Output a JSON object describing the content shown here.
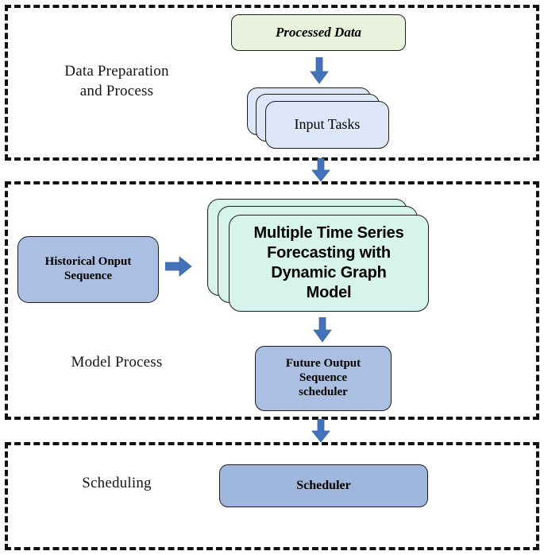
{
  "diagram": {
    "title": "Data Preparation, Model Process and Scheduling pipeline",
    "colors": {
      "processed_data_fill": "#e9f2dc",
      "input_tasks_fill": "#dde7f7",
      "model_fill": "#d6f3ec",
      "blue_node_fill": "#aabfe2",
      "scheduler_fill": "#9fb7dc",
      "arrow_blue": "#4472b8",
      "border_black": "#1d1d1d",
      "section_dash": "#111111"
    },
    "sections": [
      {
        "id": "data-preparation",
        "label": "Data Preparation\nand Process",
        "nodes": [
          {
            "id": "processed-data",
            "label": "Processed Data",
            "shape": "rounded-rect",
            "stacked": false
          },
          {
            "id": "input-tasks",
            "label": "Input Tasks",
            "shape": "stacked-rounded-rect",
            "stacked": true,
            "stack_count": 3
          }
        ]
      },
      {
        "id": "model-process",
        "label": "Model Process",
        "nodes": [
          {
            "id": "historical-onput-sequence",
            "label": "Historical Onput\nSequence",
            "shape": "rounded-rect",
            "stacked": false
          },
          {
            "id": "forecasting-model",
            "label": "Multiple Time Series\nForecasting with\nDynamic Graph\nModel",
            "shape": "stacked-rounded-rect",
            "stacked": true,
            "stack_count": 3
          },
          {
            "id": "future-output-sequence-scheduler",
            "label": "Future Output\nSequence\nscheduler",
            "shape": "rounded-rect",
            "stacked": false
          }
        ]
      },
      {
        "id": "scheduling",
        "label": "Scheduling",
        "nodes": [
          {
            "id": "scheduler",
            "label": "Scheduler",
            "shape": "rounded-rect",
            "stacked": false
          }
        ]
      }
    ],
    "arrows": [
      {
        "id": "processed-data-to-input-tasks",
        "direction": "down",
        "from": "processed-data",
        "to": "input-tasks"
      },
      {
        "id": "data-preparation-to-model-process",
        "direction": "down",
        "from": "data-preparation",
        "to": "model-process"
      },
      {
        "id": "historical-sequence-to-model",
        "direction": "right",
        "from": "historical-onput-sequence",
        "to": "forecasting-model"
      },
      {
        "id": "model-to-future-output",
        "direction": "down",
        "from": "forecasting-model",
        "to": "future-output-sequence-scheduler"
      },
      {
        "id": "model-process-to-scheduling",
        "direction": "down",
        "from": "model-process",
        "to": "scheduling"
      }
    ]
  }
}
